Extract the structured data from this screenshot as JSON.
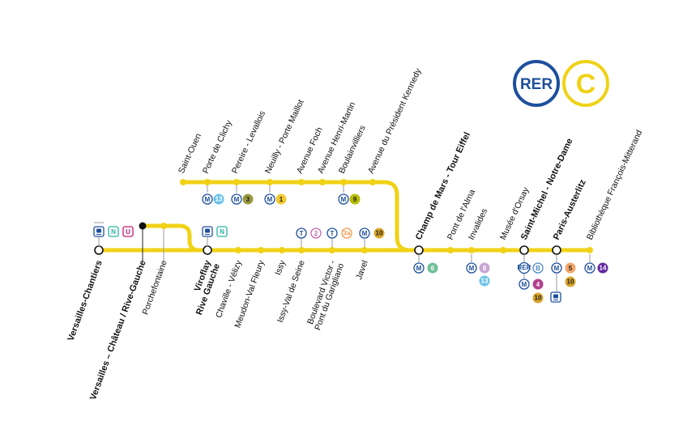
{
  "logo": {
    "rer_text": "RER",
    "line_letter": "C",
    "rer_color": "#1d4f9c",
    "line_color": "#f0d216"
  },
  "line_color": "#f0d216",
  "branch": {
    "stations": [
      {
        "name": "Saint-Ouen"
      },
      {
        "name": "Porte de Clichy",
        "corr": [
          {
            "type": "metro",
            "label": "M"
          },
          {
            "type": "metro",
            "label": "13",
            "color": "#6ec4e8"
          }
        ]
      },
      {
        "name": "Pereire - Levallois",
        "corr": [
          {
            "type": "metro",
            "label": "M"
          },
          {
            "type": "metro",
            "label": "3",
            "color": "#9a9940"
          }
        ]
      },
      {
        "name": "Neuilly - Porte Maillot",
        "corr": [
          {
            "type": "metro",
            "label": "M"
          },
          {
            "type": "metro",
            "label": "1",
            "color": "#f2c931"
          }
        ]
      },
      {
        "name": "Avenue Foch"
      },
      {
        "name": "Avenue Henri-Martin"
      },
      {
        "name": "Boulainvilliers",
        "corr": [
          {
            "type": "metro",
            "label": "M"
          },
          {
            "type": "metro",
            "label": "9",
            "color": "#b6bd00"
          }
        ]
      },
      {
        "name": "Avenue du Président Kennedy"
      }
    ]
  },
  "main": {
    "stations": [
      {
        "name": "Versailles-Chantiers",
        "bold": true,
        "terminus": true
      },
      {
        "name": "Versailles – Château / Rive-Gauche",
        "bold": true
      },
      {
        "name": "Porchefontaine"
      },
      {
        "name": "Viroflay Rive Gauche",
        "bold": true,
        "terminus": true
      },
      {
        "name": "Chaville - Vélizy"
      },
      {
        "name": "Meudon-Val Fleury"
      },
      {
        "name": "Issy"
      },
      {
        "name": "Issy-Val de Seine"
      },
      {
        "name": "Boulevard Victor - Pont du Garigliano"
      },
      {
        "name": "Javel"
      },
      {
        "name": "Champ de Mars - Tour Eiffel",
        "bold": true,
        "terminus": true
      },
      {
        "name": "Pont de l'Alma"
      },
      {
        "name": "Invalides"
      },
      {
        "name": "Musée d'Orsay"
      },
      {
        "name": "Saint-Michel - Notre-Dame",
        "bold": true,
        "terminus": true
      },
      {
        "name": "Paris-Austerlitz",
        "bold": true,
        "terminus": true
      },
      {
        "name": "Bibliothèque François-Mitterand"
      }
    ]
  },
  "correspondences_above": [
    {
      "station": "Versailles-Chantiers",
      "items": [
        {
          "type": "train",
          "label": ""
        },
        {
          "type": "transilien",
          "label": "N",
          "color": "#2bb3a5"
        },
        {
          "type": "transilien",
          "label": "U",
          "color": "#c5196f"
        }
      ]
    },
    {
      "station": "Viroflay Rive Gauche",
      "items": [
        {
          "type": "train",
          "label": ""
        },
        {
          "type": "transilien",
          "label": "N",
          "color": "#2bb3a5"
        }
      ]
    },
    {
      "station": "Issy-Val de Seine",
      "items": [
        {
          "type": "tram",
          "label": "T"
        },
        {
          "type": "tramnum",
          "label": "2",
          "color": "#c768a8"
        }
      ]
    },
    {
      "station": "Boulevard Victor",
      "items": [
        {
          "type": "tram",
          "label": "T"
        },
        {
          "type": "tramnum",
          "label": "3a",
          "color": "#f39a4f"
        }
      ]
    },
    {
      "station": "Javel",
      "items": [
        {
          "type": "metro",
          "label": "M"
        },
        {
          "type": "metro",
          "label": "10",
          "color": "#d9a52c"
        }
      ]
    }
  ],
  "correspondences_below": [
    {
      "station": "Champ de Mars - Tour Eiffel",
      "items": [
        {
          "type": "metro",
          "label": "M"
        },
        {
          "type": "metro",
          "label": "6",
          "color": "#6ec195"
        }
      ]
    },
    {
      "station": "Invalides",
      "items": [
        {
          "type": "metro",
          "label": "M"
        },
        {
          "type": "metro",
          "label": "8",
          "color": "#c8a6d2"
        },
        {
          "type": "metro",
          "label": "13",
          "color": "#6ec4e8"
        }
      ]
    },
    {
      "station": "Saint-Michel - Notre-Dame",
      "items": [
        {
          "type": "rer",
          "label": "RER"
        },
        {
          "type": "rerline",
          "label": "B",
          "color": "#4d87c7"
        },
        {
          "type": "metro",
          "label": "M"
        },
        {
          "type": "metro",
          "label": "4",
          "color": "#b1408d"
        },
        {
          "type": "metro",
          "label": "10",
          "color": "#d9a52c"
        }
      ]
    },
    {
      "station": "Paris-Austerlitz",
      "items": [
        {
          "type": "metro",
          "label": "M"
        },
        {
          "type": "metro",
          "label": "5",
          "color": "#f2a56b"
        },
        {
          "type": "metro",
          "label": "10",
          "color": "#d9a52c"
        },
        {
          "type": "train",
          "label": ""
        }
      ]
    },
    {
      "station": "Bibliothèque François-Mitterand",
      "items": [
        {
          "type": "metro",
          "label": "M"
        },
        {
          "type": "metro",
          "label": "14",
          "color": "#62259d"
        }
      ]
    }
  ]
}
